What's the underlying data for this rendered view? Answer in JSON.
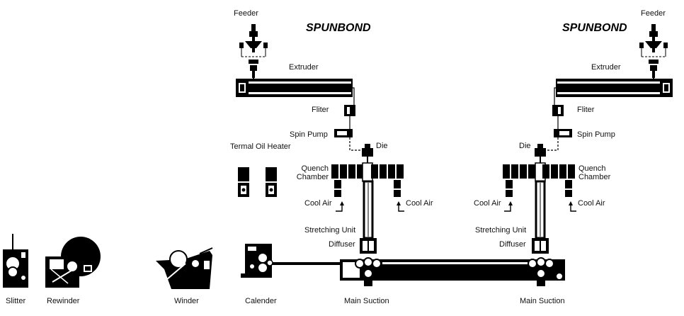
{
  "titles": {
    "left": "SPUNBOND",
    "right": "SPUNBOND"
  },
  "labels": {
    "feeder": "Feeder",
    "extruder": "Extruder",
    "filter": "Fliter",
    "spin_pump": "Spin Pump",
    "die": "Die",
    "termal_oil_heater": "Termal Oil Heater",
    "quench_line1": "Quench",
    "quench_line2": "Chamber",
    "cool_air": "Cool Air",
    "stretching_unit": "Stretching Unit",
    "diffuser": "Diffuser",
    "main_suction": "Main Suction",
    "slitter": "Slitter",
    "rewinder": "Rewinder",
    "winder": "Winder",
    "calender": "Calender"
  },
  "colors": {
    "ink": "#000000",
    "paper": "#ffffff"
  }
}
